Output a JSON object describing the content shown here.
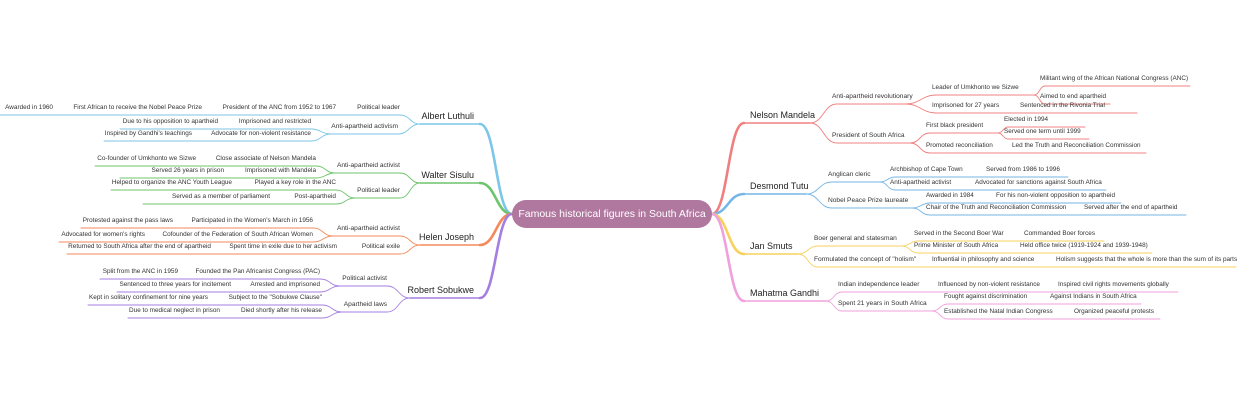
{
  "title": "Famous historical figures in South Africa",
  "branches": [
    {
      "name": "Nelson Mandela",
      "color": "#f08080",
      "children": [
        {
          "label": "Anti-apartheid revolutionary",
          "children": [
            {
              "label": "Leader of Umkhonto we Sizwe",
              "children": [
                {
                  "label": "Militant wing of the African National Congress (ANC)"
                },
                {
                  "label": "Aimed to end apartheid"
                }
              ]
            },
            {
              "label": "Imprisoned for 27 years",
              "children": [
                {
                  "label": "Sentenced in the Rivonia Trial"
                }
              ]
            }
          ]
        },
        {
          "label": "President of South Africa",
          "children": [
            {
              "label": "First black president",
              "children": [
                {
                  "label": "Elected in 1994"
                },
                {
                  "label": "Served one term until 1999"
                }
              ]
            },
            {
              "label": "Promoted reconciliation",
              "children": [
                {
                  "label": "Led the Truth and Reconciliation Commission"
                }
              ]
            }
          ]
        }
      ]
    },
    {
      "name": "Desmond Tutu",
      "color": "#76b6e6",
      "children": [
        {
          "label": "Anglican cleric",
          "children": [
            {
              "label": "Archbishop of Cape Town",
              "children": [
                {
                  "label": "Served from 1986 to 1996"
                }
              ]
            },
            {
              "label": "Anti-apartheid activist",
              "children": [
                {
                  "label": "Advocated for sanctions against South Africa"
                }
              ]
            }
          ]
        },
        {
          "label": "Nobel Peace Prize laureate",
          "children": [
            {
              "label": "Awarded in 1984",
              "children": [
                {
                  "label": "For his non-violent opposition to apartheid"
                }
              ]
            },
            {
              "label": "Chair of the Truth and Reconciliation Commission",
              "children": [
                {
                  "label": "Served after the end of apartheid"
                }
              ]
            }
          ]
        }
      ]
    },
    {
      "name": "Jan Smuts",
      "color": "#f7d25c",
      "children": [
        {
          "label": "Boer general and statesman",
          "children": [
            {
              "label": "Served in the Second Boer War",
              "children": [
                {
                  "label": "Commanded Boer forces"
                }
              ]
            },
            {
              "label": "Prime Minister of South Africa",
              "children": [
                {
                  "label": "Held office twice (1919-1924 and 1939-1948)"
                }
              ]
            }
          ]
        },
        {
          "label": "Formulated the concept of \"holism\"",
          "children": [
            {
              "label": "Influential in philosophy and science",
              "children": [
                {
                  "label": "Holism suggests that the whole is more than the sum of its parts"
                }
              ]
            }
          ]
        }
      ]
    },
    {
      "name": "Mahatma Gandhi",
      "color": "#f0a0dc",
      "children": [
        {
          "label": "Indian independence leader",
          "children": [
            {
              "label": "Influenced by non-violent resistance",
              "children": [
                {
                  "label": "Inspired civil rights movements globally"
                }
              ]
            }
          ]
        },
        {
          "label": "Spent 21 years in South Africa",
          "children": [
            {
              "label": "Fought against discrimination",
              "children": [
                {
                  "label": "Against Indians in South Africa"
                }
              ]
            },
            {
              "label": "Established the Natal Indian Congress",
              "children": [
                {
                  "label": "Organized peaceful protests"
                }
              ]
            }
          ]
        }
      ]
    },
    {
      "name": "Albert Luthuli",
      "color": "#7cc6e8",
      "children": [
        {
          "label": "Political leader",
          "children": [
            {
              "label": "President of the ANC from 1952 to 1967",
              "children": [
                {
                  "label": "First African to receive the Nobel Peace Prize",
                  "children": [
                    {
                      "label": "Awarded in 1960"
                    }
                  ]
                }
              ]
            }
          ]
        },
        {
          "label": "Anti-apartheid activism",
          "children": [
            {
              "label": "Imprisoned and restricted",
              "children": [
                {
                  "label": "Due to his opposition to apartheid"
                }
              ]
            },
            {
              "label": "Advocate for non-violent resistance",
              "children": [
                {
                  "label": "Inspired by Gandhi's teachings"
                }
              ]
            }
          ]
        }
      ]
    },
    {
      "name": "Walter Sisulu",
      "color": "#6cc46c",
      "children": [
        {
          "label": "Anti-apartheid activist",
          "children": [
            {
              "label": "Close associate of Nelson Mandela",
              "children": [
                {
                  "label": "Co-founder of Umkhonto we Sizwe"
                }
              ]
            },
            {
              "label": "Imprisoned with Mandela",
              "children": [
                {
                  "label": "Served 26 years in prison"
                }
              ]
            }
          ]
        },
        {
          "label": "Political leader",
          "children": [
            {
              "label": "Played a key role in the ANC",
              "children": [
                {
                  "label": "Helped to organize the ANC Youth League"
                }
              ]
            },
            {
              "label": "Post-apartheid",
              "children": [
                {
                  "label": "Served as a member of parliament"
                }
              ]
            }
          ]
        }
      ]
    },
    {
      "name": "Helen Joseph",
      "color": "#f48a5a",
      "children": [
        {
          "label": "Anti-apartheid activist",
          "children": [
            {
              "label": "Participated in the Women's March in 1956",
              "children": [
                {
                  "label": "Protested against the pass laws"
                }
              ]
            },
            {
              "label": "Cofounder of the Federation of South African Women",
              "children": [
                {
                  "label": "Advocated for women's rights"
                }
              ]
            }
          ]
        },
        {
          "label": "Political exile",
          "children": [
            {
              "label": "Spent time in exile due to her activism",
              "children": [
                {
                  "label": "Returned to South Africa after the end of apartheid"
                }
              ]
            }
          ]
        }
      ]
    },
    {
      "name": "Robert Sobukwe",
      "color": "#a47ee0",
      "children": [
        {
          "label": "Political activist",
          "children": [
            {
              "label": "Founded the Pan Africanist Congress (PAC)",
              "children": [
                {
                  "label": "Split from the ANC in 1959"
                }
              ]
            },
            {
              "label": "Arrested and imprisoned",
              "children": [
                {
                  "label": "Sentenced to three years for incitement"
                }
              ]
            }
          ]
        },
        {
          "label": "Apartheid laws",
          "children": [
            {
              "label": "Subject to the \"Sobukwe Clause\"",
              "children": [
                {
                  "label": "Kept in solitary confinement for nine years"
                }
              ]
            },
            {
              "label": "Died shortly after his release",
              "children": [
                {
                  "label": "Due to medical neglect in prison"
                }
              ]
            }
          ]
        }
      ]
    }
  ]
}
